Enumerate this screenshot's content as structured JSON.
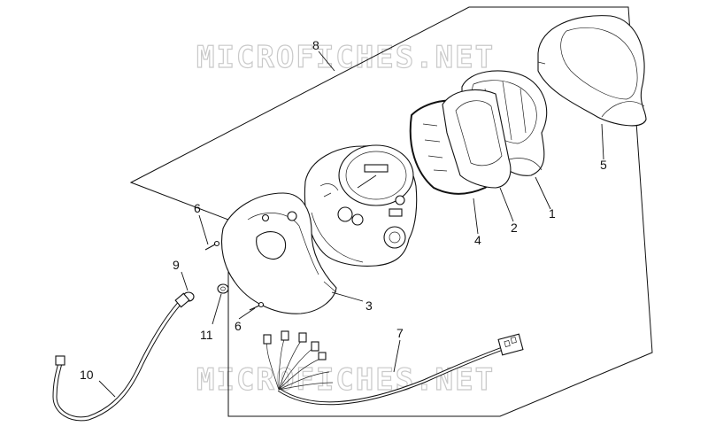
{
  "watermarks": {
    "top": "MICROFICHES.NET",
    "bottom": "MICROFICHES.NET"
  },
  "callouts": [
    {
      "id": "1",
      "label": "1"
    },
    {
      "id": "2",
      "label": "2"
    },
    {
      "id": "3",
      "label": "3"
    },
    {
      "id": "4",
      "label": "4"
    },
    {
      "id": "5",
      "label": "5"
    },
    {
      "id": "6a",
      "label": "6"
    },
    {
      "id": "6b",
      "label": "6"
    },
    {
      "id": "7",
      "label": "7"
    },
    {
      "id": "8",
      "label": "8"
    },
    {
      "id": "9",
      "label": "9"
    },
    {
      "id": "10",
      "label": "10"
    },
    {
      "id": "11",
      "label": "11"
    }
  ],
  "colors": {
    "line": "#111111",
    "watermark": "#c9c9c9",
    "background": "#ffffff"
  }
}
